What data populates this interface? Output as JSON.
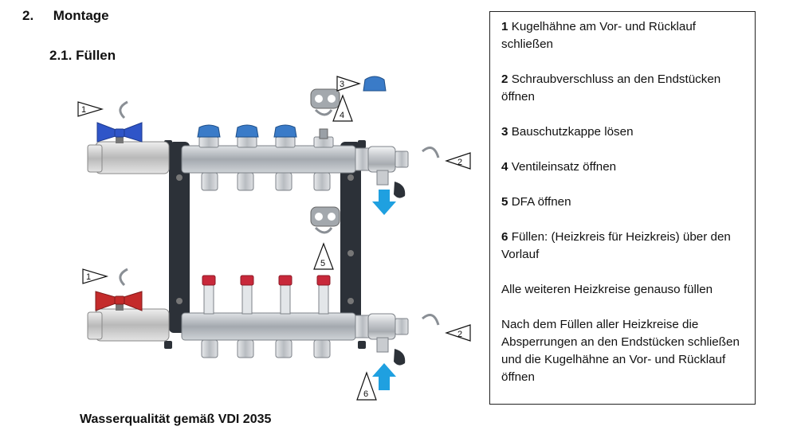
{
  "heading": {
    "number": "2.",
    "title": "Montage"
  },
  "subheading": "2.1. Füllen",
  "footer_note": {
    "text": "Wasserqualität gemäß",
    "standard": "VDI 2035"
  },
  "diagram": {
    "markers": {
      "m1": "1",
      "m2": "2",
      "m3": "3",
      "m4": "4",
      "m5": "5",
      "m6": "6"
    },
    "colors": {
      "supply_handle": "#2f55c8",
      "return_handle": "#c42b2b",
      "flow_arrow": "#1fa0e0",
      "cap_blue": "#3a7bc8",
      "indicator_red": "#c8283a",
      "bracket": "#2c3138"
    }
  },
  "steps": [
    {
      "num": "1",
      "text": "Kugelhähne am Vor- und Rücklauf schließen"
    },
    {
      "num": "2",
      "text": "Schraubverschluss an den Endstücken öffnen"
    },
    {
      "num": "3",
      "text": "Bauschutzkappe lösen"
    },
    {
      "num": "4",
      "text": "Ventileinsatz öffnen"
    },
    {
      "num": "5",
      "text": "DFA  öffnen"
    },
    {
      "num": "6",
      "text": "Füllen: (Heizkreis für Heizkreis) über den Vorlauf"
    },
    {
      "num": "",
      "text": "Alle weiteren Heizkreise genauso füllen"
    },
    {
      "num": "",
      "text": "Nach dem Füllen aller Heizkreise die Absperrungen  an den Endstücken schließen und die Kugelhähne an Vor- und Rücklauf öffnen"
    }
  ]
}
